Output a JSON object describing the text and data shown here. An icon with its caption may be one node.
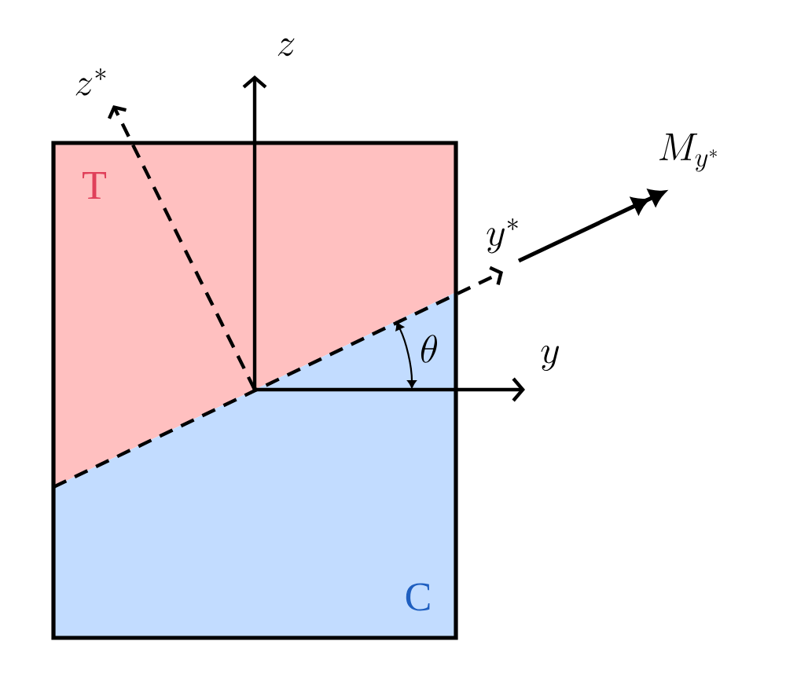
{
  "diagram": {
    "labels": [
      "z^*",
      "z",
      "T",
      "M_{y^*}",
      "y^*",
      "\\theta",
      "y",
      "C"
    ]
  }
}
